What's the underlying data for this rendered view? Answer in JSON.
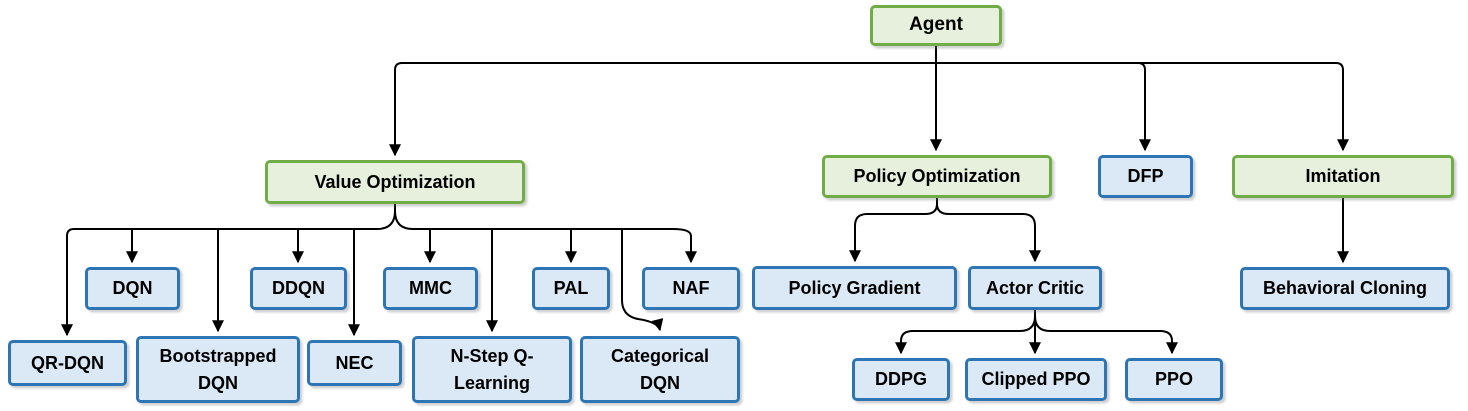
{
  "diagram": {
    "type": "tree",
    "root": "Agent",
    "description": "Reinforcement learning agent type hierarchy"
  },
  "nodes": {
    "agent": {
      "label": "Agent",
      "kind": "category"
    },
    "value_optimization": {
      "label": "Value Optimization",
      "kind": "category"
    },
    "policy_optimization": {
      "label": "Policy Optimization",
      "kind": "category"
    },
    "dfp": {
      "label": "DFP",
      "kind": "algorithm"
    },
    "imitation": {
      "label": "Imitation",
      "kind": "category"
    },
    "dqn": {
      "label": "DQN",
      "kind": "algorithm"
    },
    "ddqn": {
      "label": "DDQN",
      "kind": "algorithm"
    },
    "mmc": {
      "label": "MMC",
      "kind": "algorithm"
    },
    "pal": {
      "label": "PAL",
      "kind": "algorithm"
    },
    "naf": {
      "label": "NAF",
      "kind": "algorithm"
    },
    "qr_dqn": {
      "label": "QR-DQN",
      "kind": "algorithm"
    },
    "bootstrapped_dqn": {
      "label": "Bootstrapped DQN",
      "kind": "algorithm"
    },
    "nec": {
      "label": "NEC",
      "kind": "algorithm"
    },
    "n_step_q_learning": {
      "label": "N-Step Q-Learning",
      "kind": "algorithm"
    },
    "categorical_dqn": {
      "label": "Categorical DQN",
      "kind": "algorithm"
    },
    "policy_gradient": {
      "label": "Policy Gradient",
      "kind": "algorithm"
    },
    "actor_critic": {
      "label": "Actor Critic",
      "kind": "algorithm"
    },
    "ddpg": {
      "label": "DDPG",
      "kind": "algorithm"
    },
    "clipped_ppo": {
      "label": "Clipped PPO",
      "kind": "algorithm"
    },
    "ppo": {
      "label": "PPO",
      "kind": "algorithm"
    },
    "behavioral_cloning": {
      "label": "Behavioral Cloning",
      "kind": "algorithm"
    }
  },
  "edges": [
    {
      "from": "Agent",
      "to": "Value Optimization"
    },
    {
      "from": "Agent",
      "to": "Policy Optimization"
    },
    {
      "from": "Agent",
      "to": "DFP"
    },
    {
      "from": "Agent",
      "to": "Imitation"
    },
    {
      "from": "Value Optimization",
      "to": "DQN"
    },
    {
      "from": "Value Optimization",
      "to": "DDQN"
    },
    {
      "from": "Value Optimization",
      "to": "MMC"
    },
    {
      "from": "Value Optimization",
      "to": "PAL"
    },
    {
      "from": "Value Optimization",
      "to": "NAF"
    },
    {
      "from": "Value Optimization",
      "to": "QR-DQN"
    },
    {
      "from": "Value Optimization",
      "to": "Bootstrapped DQN"
    },
    {
      "from": "Value Optimization",
      "to": "NEC"
    },
    {
      "from": "Value Optimization",
      "to": "N-Step Q-Learning"
    },
    {
      "from": "Value Optimization",
      "to": "Categorical DQN"
    },
    {
      "from": "Policy Optimization",
      "to": "Policy Gradient"
    },
    {
      "from": "Policy Optimization",
      "to": "Actor Critic"
    },
    {
      "from": "Actor Critic",
      "to": "DDPG"
    },
    {
      "from": "Actor Critic",
      "to": "Clipped PPO"
    },
    {
      "from": "Actor Critic",
      "to": "PPO"
    },
    {
      "from": "Imitation",
      "to": "Behavioral Cloning"
    }
  ],
  "colors": {
    "category_fill": "#e6f0dc",
    "category_border": "#71ad47",
    "algorithm_fill": "#dbe9f7",
    "algorithm_border": "#2e75b6",
    "connector": "#000000",
    "text": "#000000",
    "background": "#ffffff"
  }
}
